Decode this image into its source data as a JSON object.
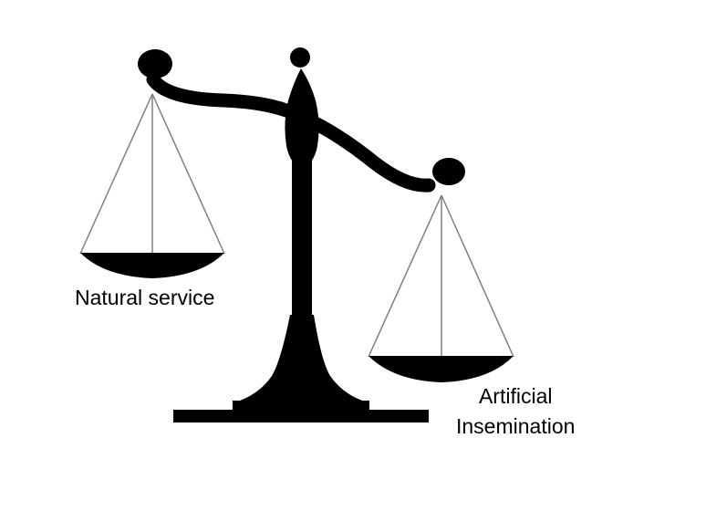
{
  "diagram": {
    "left_pan_label": "Natural service",
    "right_pan_label_line1": "Artificial",
    "right_pan_label_line2": "Insemination",
    "ink_color": "#000000",
    "string_color": "#808080",
    "background_color": "#ffffff"
  }
}
